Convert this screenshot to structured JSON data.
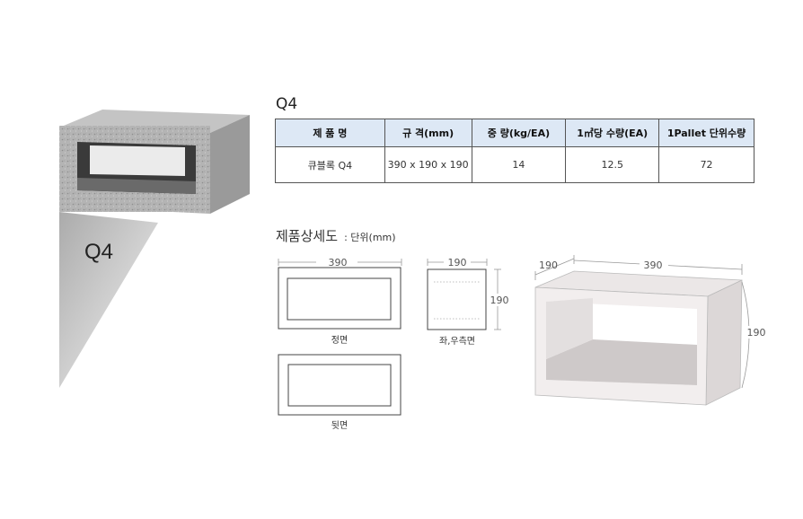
{
  "photo": {
    "label": "Q4"
  },
  "product": {
    "title": "Q4"
  },
  "spec_table": {
    "headers": [
      "제  품  명",
      "규  격(mm)",
      "중  량(kg/EA)",
      "1㎥당 수량(EA)",
      "1Pallet 단위수량"
    ],
    "row": [
      "큐블록 Q4",
      "390 x 190 x 190",
      "14",
      "12.5",
      "72"
    ]
  },
  "details": {
    "title": "제품상세도",
    "unit": ": 단위(mm)",
    "front": {
      "width": "390",
      "caption": "정면"
    },
    "side": {
      "width": "190",
      "height": "190",
      "caption": "좌,우측면"
    },
    "back": {
      "caption": "뒷면"
    },
    "iso": {
      "depth": "190",
      "length": "390",
      "height": "190"
    }
  },
  "colors": {
    "header_bg": "#dde8f5",
    "line": "#555555",
    "concrete": "#a9a9a9"
  }
}
